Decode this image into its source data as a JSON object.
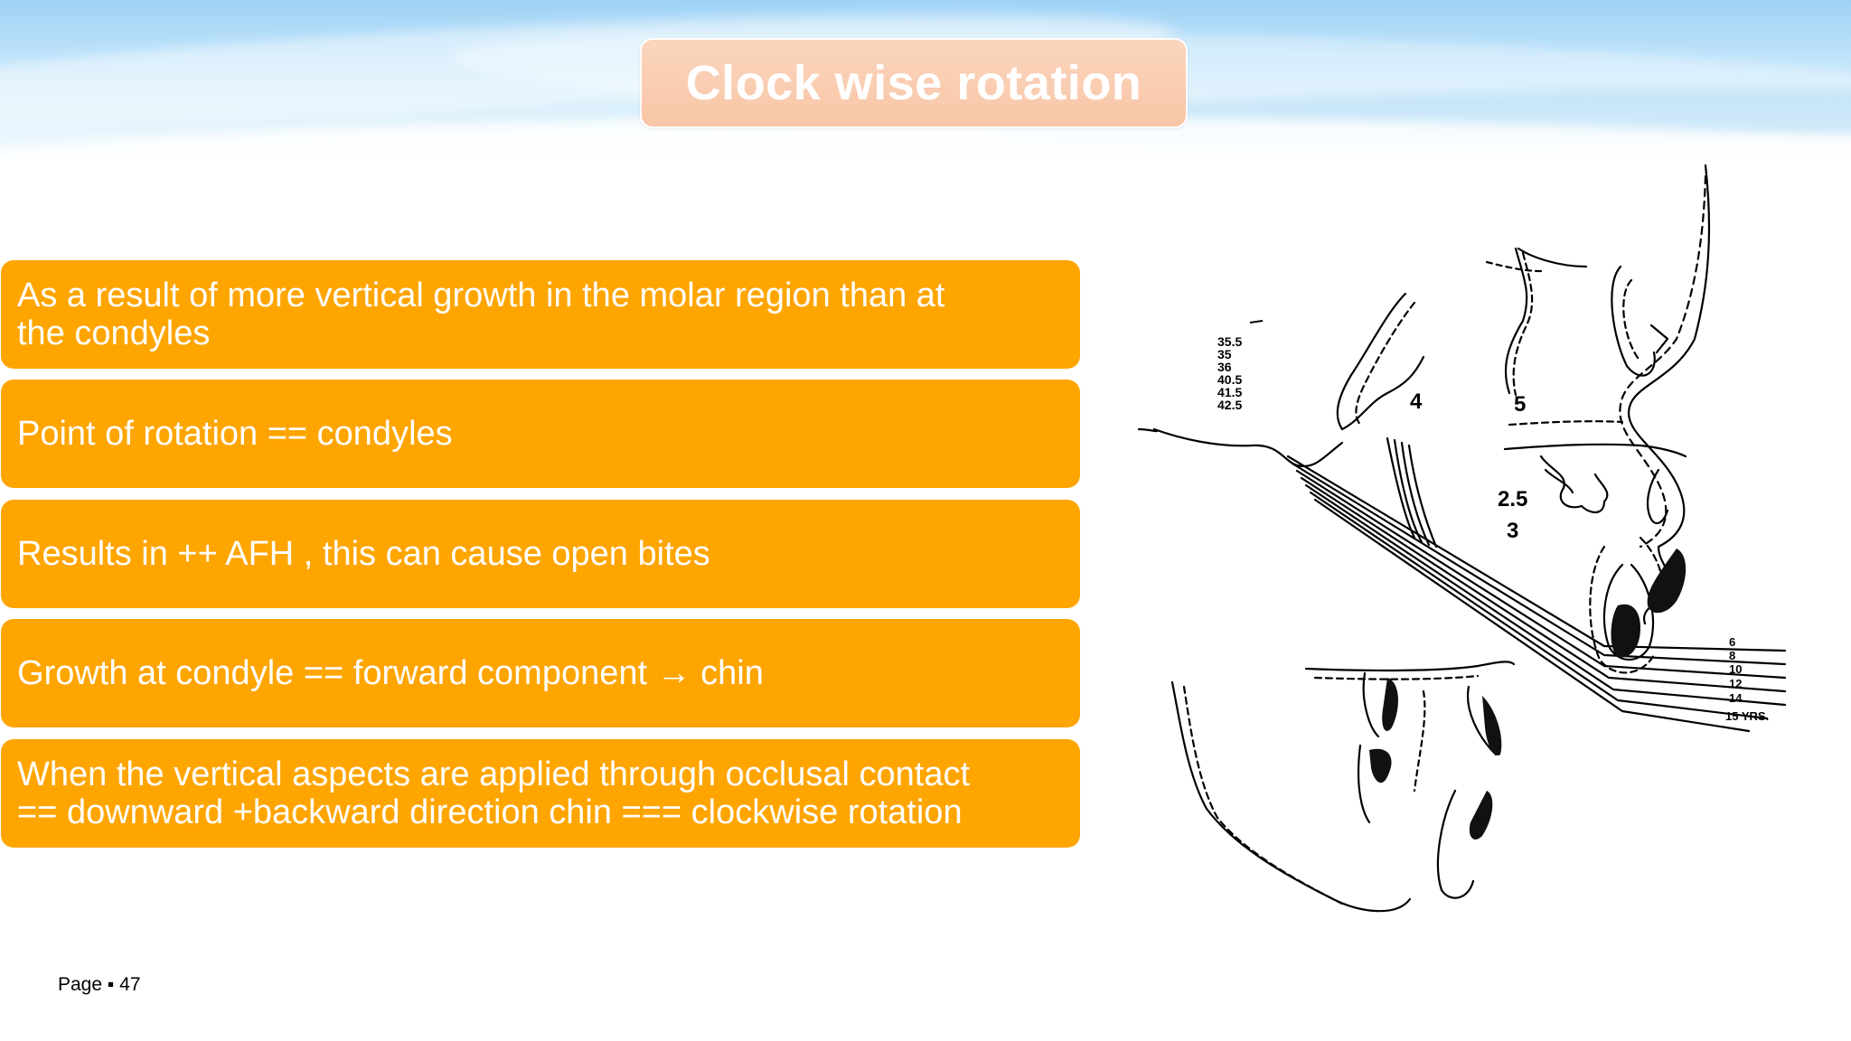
{
  "slide": {
    "title": "Clock wise rotation",
    "bullets": [
      "As a result of more vertical growth in the molar region than at\nthe condyles",
      "Point of rotation == condyles",
      "Results in ++ AFH , this can cause open bites",
      "Growth at condyle == forward component →  chin",
      "When the vertical aspects are applied through occlusal contact\n== downward +backward  direction chin  === clockwise rotation"
    ],
    "footer": "Page ▪ 47"
  },
  "figure": {
    "upper_left_labels": [
      "35.5",
      "35",
      "36",
      "40.5",
      "41.5",
      "42.5"
    ],
    "region_labels": [
      "4",
      "5",
      "2.5",
      "3"
    ],
    "age_labels": [
      "6",
      "8",
      "10",
      "12",
      "14",
      "15 YRS."
    ]
  },
  "colors": {
    "accent": "#ffa500",
    "title_fill": "#f8c6a7",
    "header_sky": "#bfe3fa"
  }
}
